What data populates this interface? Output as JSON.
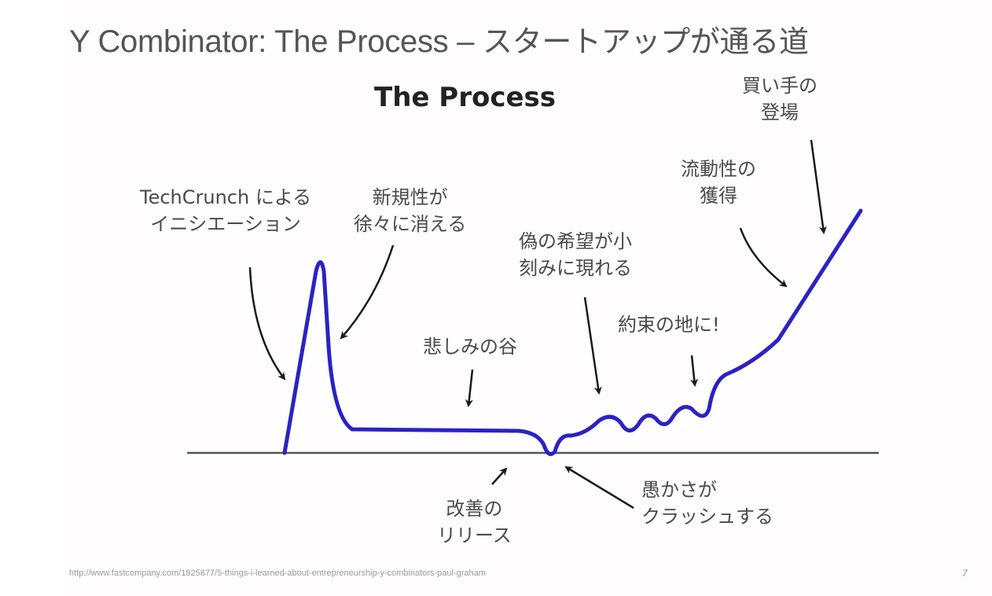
{
  "slide": {
    "title_en": "Y Combinator: The Process – ",
    "title_jp": "スタートアップが通る道",
    "footer_url": "http://www.fastcompany.com/1825877/5-things-i-learned-about-entrepreneurship-y-combinators-paul-graham",
    "page_number": "7"
  },
  "diagram": {
    "title": "The Process",
    "curve_color": "#2b22c4",
    "axis_color": "#555555",
    "arrow_color": "#1a1a1a",
    "labels": [
      {
        "id": "techcrunch",
        "lines": [
          "TechCrunch による",
          "イニシエーション"
        ]
      },
      {
        "id": "novelty",
        "lines": [
          "新規性が",
          "徐々に消える"
        ]
      },
      {
        "id": "sorrow",
        "lines": [
          "悲しみの谷"
        ]
      },
      {
        "id": "false-hope",
        "lines": [
          "偽の希望が小",
          "刻みに現れる"
        ]
      },
      {
        "id": "promised-land",
        "lines": [
          "約束の地に!"
        ]
      },
      {
        "id": "liquidity",
        "lines": [
          "流動性の",
          "獲得"
        ]
      },
      {
        "id": "buyers",
        "lines": [
          "買い手の",
          "登場"
        ]
      },
      {
        "id": "release",
        "lines": [
          "改善の",
          "リリース"
        ]
      },
      {
        "id": "crash",
        "lines": [
          "愚かさが",
          "クラッシュする"
        ]
      }
    ]
  }
}
